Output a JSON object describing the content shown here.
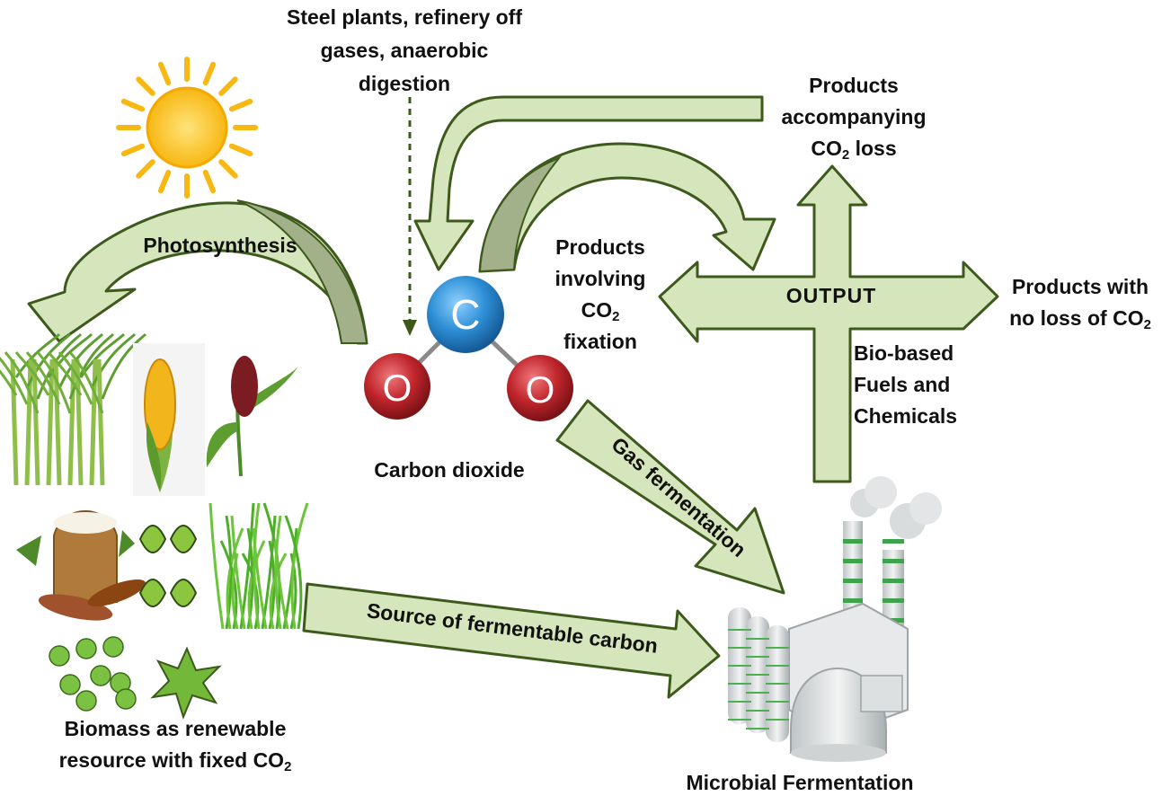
{
  "labels": {
    "steel_source": [
      "Steel plants, refinery off",
      "gases, anaerobic",
      "digestion"
    ],
    "photosynthesis": "Photosynthesis",
    "products_loss": {
      "line1": "Products",
      "line2": "accompanying",
      "line3_main": "CO",
      "line3_sub": "2",
      "line3_rest": " loss"
    },
    "products_fixation": {
      "line1": "Products",
      "line2": "involving",
      "line3_main": "CO",
      "line3_sub": "2",
      "line4": "fixation"
    },
    "output": "OUTPUT",
    "products_no_loss": {
      "line1": "Products with",
      "line2_main": "no loss of CO",
      "line2_sub": "2"
    },
    "bio_based": [
      "Bio-based",
      "Fuels and",
      "Chemicals"
    ],
    "carbon_dioxide": "Carbon dioxide",
    "gas_fermentation": "Gas fermentation",
    "source_carbon": "Source of fermentable carbon",
    "biomass": {
      "line1": "Biomass as renewable",
      "line2_main": "resource with fixed CO",
      "line2_sub": "2"
    },
    "microbial": "Microbial Fermentation"
  },
  "molecule": {
    "center": "C",
    "left": "O",
    "right": "O"
  },
  "colors": {
    "arrow_fill": "#d6e6bc",
    "arrow_stroke": "#3d5a1c",
    "arrow_shade": "#a3b18a",
    "carbon": "#2e8fd6",
    "oxygen": "#c0262c",
    "sun": "#f7b813"
  }
}
